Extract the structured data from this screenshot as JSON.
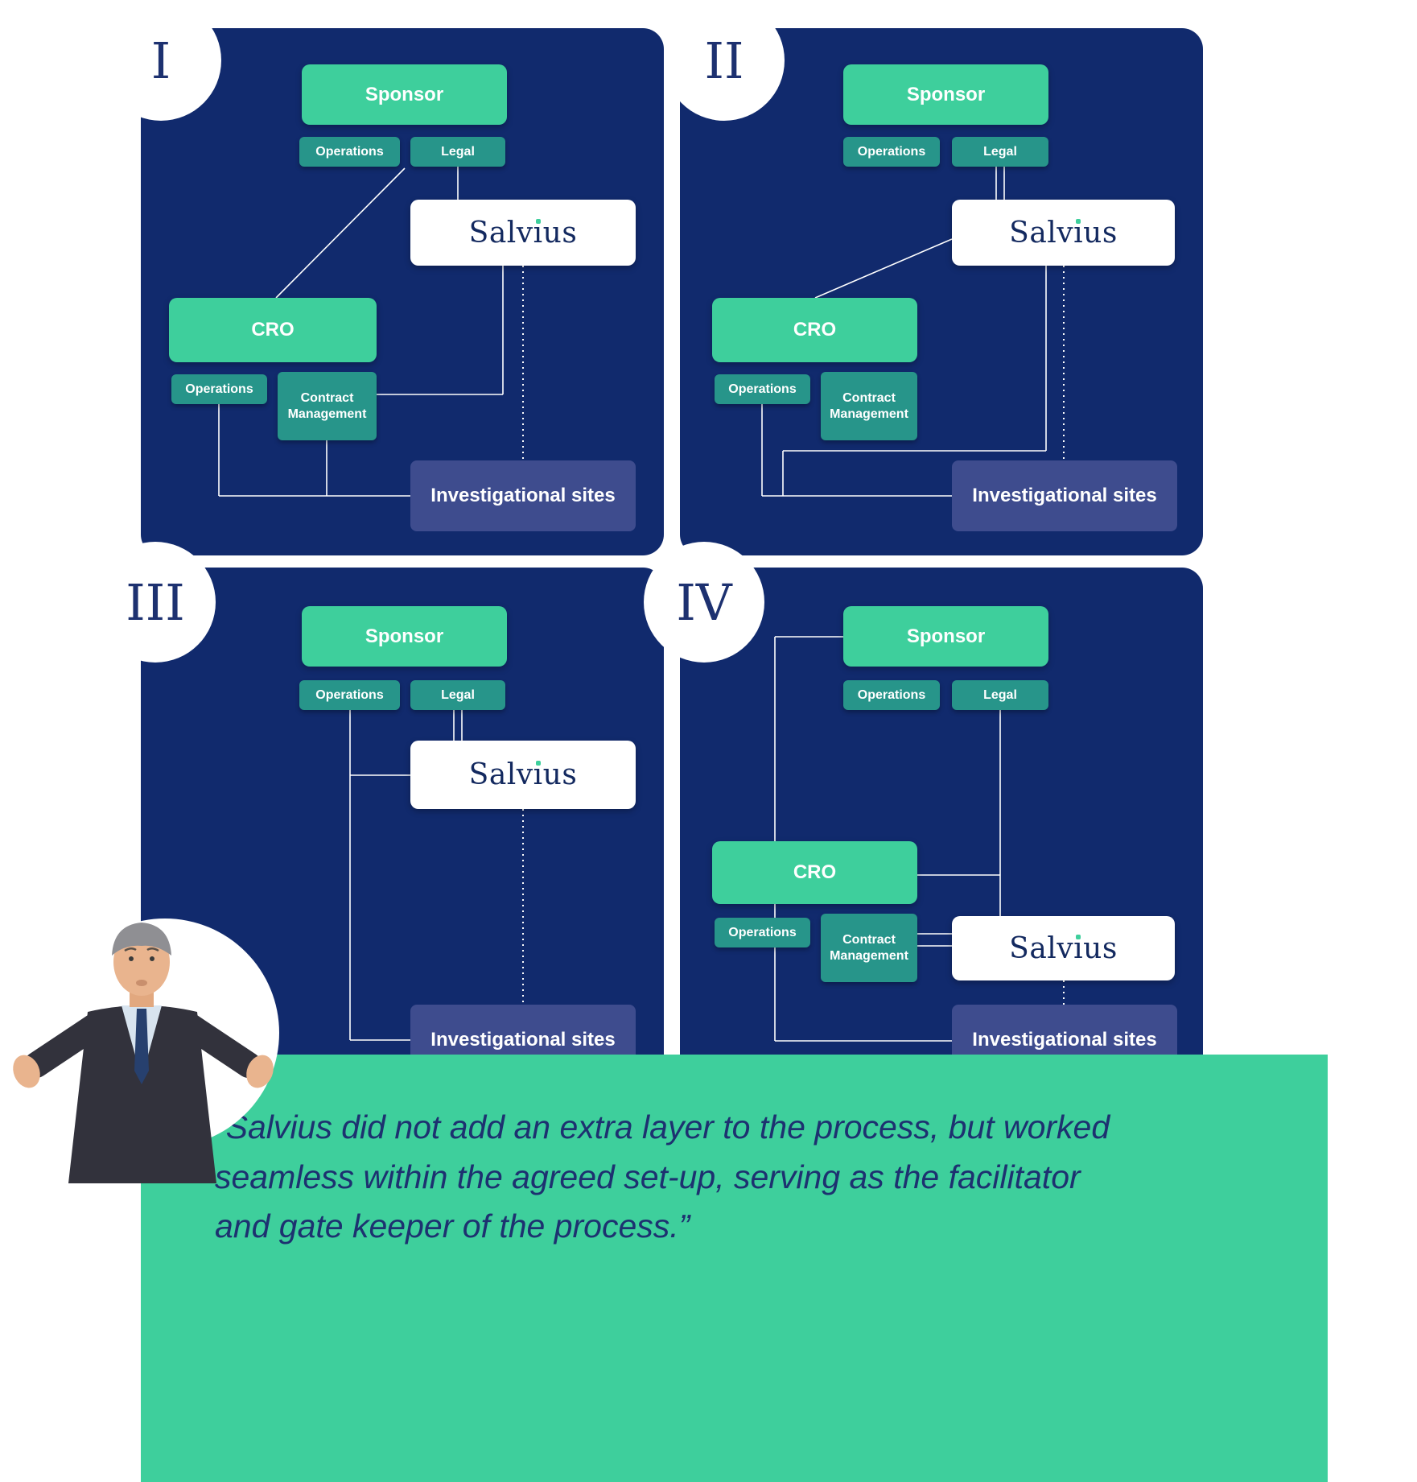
{
  "brand": {
    "pre": "Salv",
    "i": "ı",
    "post": "us"
  },
  "colors": {
    "panel_bg": "#112a6d",
    "green": "#3ecf9c",
    "teal": "#27958a",
    "sites_bg": "#3e4c8e",
    "navy_text": "#1d3170",
    "logo_navy": "#13295f"
  },
  "panels": [
    {
      "numeral": "I",
      "sponsor_label": "Sponsor",
      "operations_label": "Operations",
      "legal_label": "Legal",
      "cro_label": "CRO",
      "cro_operations_label": "Operations",
      "contract_label": "Contract Management",
      "sites_label": "Investigational sites"
    },
    {
      "numeral": "II",
      "sponsor_label": "Sponsor",
      "operations_label": "Operations",
      "legal_label": "Legal",
      "cro_label": "CRO",
      "cro_operations_label": "Operations",
      "contract_label": "Contract Management",
      "sites_label": "Investigational sites"
    },
    {
      "numeral": "III",
      "sponsor_label": "Sponsor",
      "operations_label": "Operations",
      "legal_label": "Legal",
      "sites_label": "Investigational sites"
    },
    {
      "numeral": "IV",
      "sponsor_label": "Sponsor",
      "operations_label": "Operations",
      "legal_label": "Legal",
      "cro_label": "CRO",
      "cro_operations_label": "Operations",
      "contract_label": "Contract Management",
      "sites_label": "Investigational sites"
    }
  ],
  "quote": {
    "text": "“Salvius did not add an extra layer to the process, but worked seamless within the agreed set-up, serving as the facilitator and gate keeper of the process.”"
  }
}
